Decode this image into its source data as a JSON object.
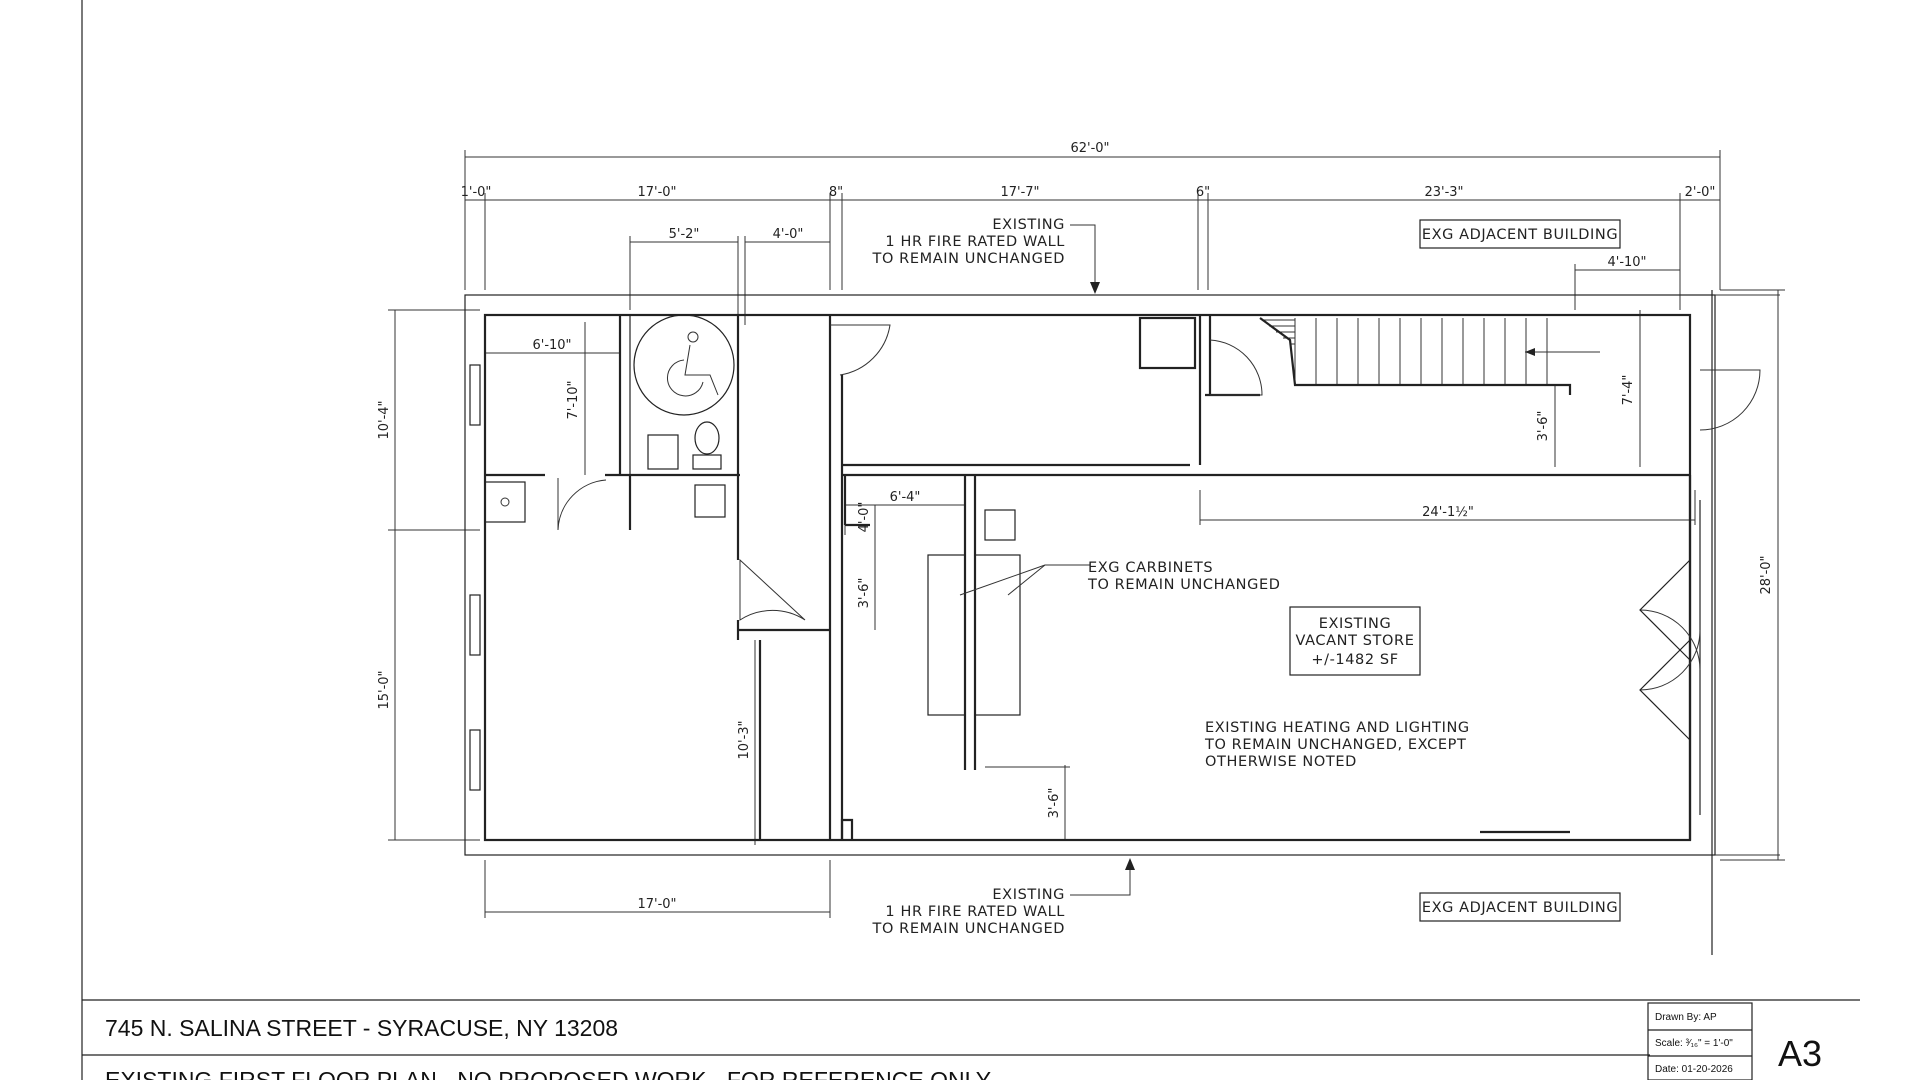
{
  "overall_dimension": "62'-0\"",
  "top_dimensions": [
    "1'-0\"",
    "17'-0\"",
    "8\"",
    "17'-7\"",
    "6\"",
    "23'-3\"",
    "2'-0\""
  ],
  "room_dimensions": {
    "d_5_2": "5'-2\"",
    "d_4_0": "4'-0\"",
    "d_6_10": "6'-10\"",
    "d_7_10": "7'-10\"",
    "d_10_4": "10'-4\"",
    "d_15_0": "15'-0\"",
    "d_4_10": "4'-10\"",
    "d_7_4": "7'-4\"",
    "d_3_6_stair": "3'-6\"",
    "d_24_1_5": "24'-1½\"",
    "d_28_0": "28'-0\"",
    "d_6_4": "6'-4\"",
    "d_4_0_v": "4'-0\"",
    "d_3_6_a": "3'-6\"",
    "d_10_3": "10'-3\"",
    "d_3_6_b": "3'-6\"",
    "d_17_0_bottom": "17'-0\""
  },
  "notes": {
    "fire_wall_top": [
      "EXISTING",
      "1 HR FIRE RATED WALL",
      "TO REMAIN UNCHANGED"
    ],
    "fire_wall_bottom": [
      "EXISTING",
      "1 HR FIRE RATED WALL",
      "TO REMAIN UNCHANGED"
    ],
    "adjacent_top": "EXG ADJACENT BUILDING",
    "adjacent_bottom": "EXG ADJACENT BUILDING",
    "cabinets": [
      "EXG CARBINETS",
      "TO REMAIN UNCHANGED"
    ],
    "store": [
      "EXISTING",
      "VACANT STORE",
      "+/-1482 SF"
    ],
    "heating": [
      "EXISTING HEATING AND LIGHTING",
      "TO REMAIN UNCHANGED, EXCEPT",
      "OTHERWISE NOTED"
    ]
  },
  "title_block": {
    "address": "745 N. SALINA STREET - SYRACUSE, NY  13208",
    "description": "EXISTING FIRST FLOOR PLAN - NO PROPOSED WORK - FOR REFERENCE ONLY",
    "drawn_by": "Drawn By:  AP",
    "scale": "Scale:  ³⁄₁₆\" = 1'-0\"",
    "date": "Date: 01-20-2026",
    "sheet": "A3"
  }
}
